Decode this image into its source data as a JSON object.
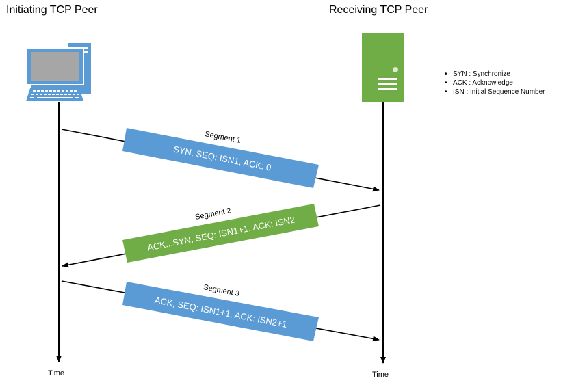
{
  "peers": {
    "left_title": "Initiating TCP Peer",
    "right_title": "Receiving TCP Peer",
    "time_label": "Time"
  },
  "legend": [
    "SYN : Synchronize",
    "ACK : Acknowledge",
    "ISN : Initial Sequence Number"
  ],
  "segments": [
    {
      "name": "Segment 1",
      "text": "SYN, SEQ: ISN1, ACK: 0",
      "color": "#5b9bd5",
      "direction": "left-to-right"
    },
    {
      "name": "Segment 2",
      "text": "ACK...SYN, SEQ: ISN1+1, ACK: ISN2",
      "color": "#70ad47",
      "direction": "right-to-left"
    },
    {
      "name": "Segment 3",
      "text": "ACK, SEQ: ISN1+1, ACK: ISN2+1",
      "color": "#5b9bd5",
      "direction": "left-to-right"
    }
  ],
  "colors": {
    "computer": "#5b9bd5",
    "screen": "#a6a6a6",
    "server": "#70ad47",
    "line": "#000000"
  },
  "icons": {
    "left_peer": "desktop-computer-icon",
    "right_peer": "server-icon"
  }
}
